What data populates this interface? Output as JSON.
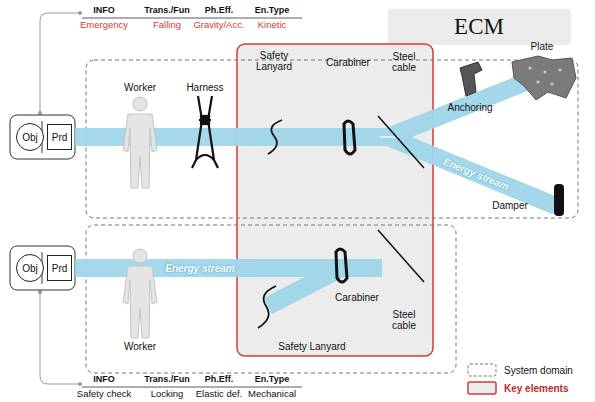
{
  "diagram": {
    "title": "ECM",
    "nodes": [
      {
        "text": [
          "Obj"
        ]
      },
      {
        "text": [
          "Prd"
        ]
      },
      {
        "text": [
          "Obj"
        ]
      },
      {
        "text": [
          "Prd"
        ]
      }
    ],
    "labels": [
      "INFO",
      "Trans./Fun",
      "Ph.Eff.",
      "En.Type",
      "Emergency",
      "Falling",
      "Gravity/Acc.",
      "Kinetic",
      "Worker",
      "Harness",
      "Safety Lanyard",
      "Carabiner",
      "Steel cable",
      "Plate",
      "Anchoring",
      "Damper",
      "Energy stream",
      "Energy stream",
      "Worker",
      "Carabiner",
      "Steel cable",
      "Safety Lanyard",
      "INFO",
      "Trans./Fun",
      "Ph.Eff.",
      "En.Type",
      "Safety check",
      "Locking",
      "Elastic def.",
      "Mechanical"
    ],
    "legend": [
      {
        "text": "System domain"
      },
      {
        "text": "Key elements"
      }
    ]
  }
}
